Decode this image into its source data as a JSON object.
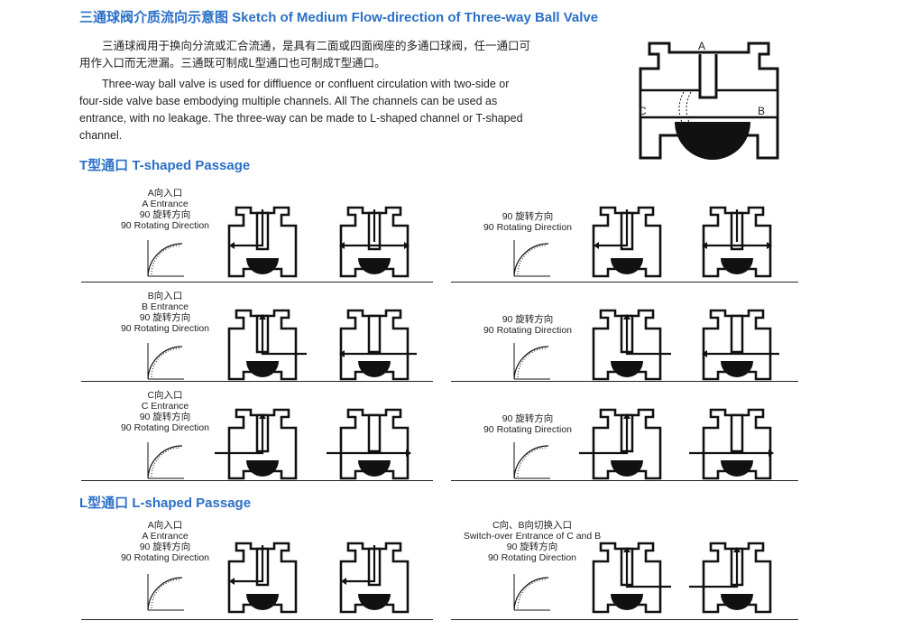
{
  "header": {
    "title": "三通球阀介质流向示意图  Sketch of Medium Flow-direction of Three-way Ball Valve"
  },
  "intro": {
    "zh": "三通球阀用于换向分流或汇合流通，是具有二面或四面阀座的多通口球阀，任一通口可用作入口而无泄漏。三通既可制成L型通口也可制成T型通口。",
    "en": "Three-way ball valve is used for diffluence or confluent circulation with two-side or four-side valve base embodying multiple channels. All The channels can be used as entrance, with no leakage. The three-way can be made to L-shaped channel or T-shaped channel."
  },
  "main_diagram": {
    "port_a": "A",
    "port_b": "B",
    "port_c": "C"
  },
  "sections": {
    "t_shaped": "T型通口  T-shaped Passage",
    "l_shaped": "L型通口  L-shaped Passage"
  },
  "labels": {
    "a_entrance_zh": "A向入口",
    "a_entrance_en": "A Entrance",
    "b_entrance_zh": "B向入口",
    "b_entrance_en": "B Entrance",
    "c_entrance_zh": "C向入口",
    "c_entrance_en": "C Entrance",
    "rotation_zh": "90   旋转方向",
    "rotation_en": "90 Rotating Direction",
    "switch_zh": "C向、B向切换入口",
    "switch_en": "Switch-over Entrance of C and B"
  }
}
